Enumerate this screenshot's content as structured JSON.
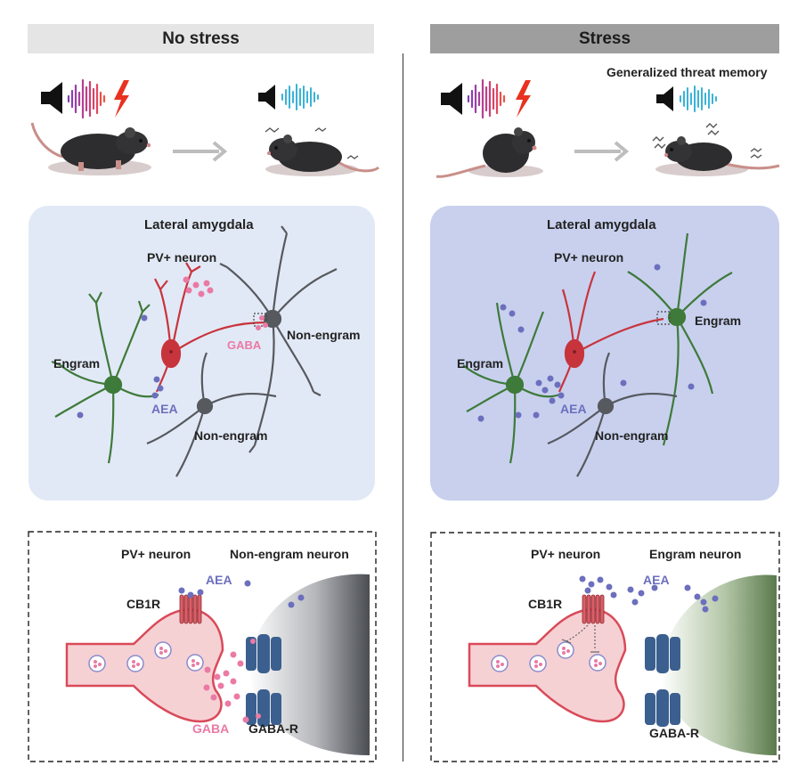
{
  "panels": {
    "left": {
      "title": "No stress"
    },
    "right": {
      "title": "Stress",
      "caption": "Generalized threat memory"
    }
  },
  "amygdala": {
    "left": {
      "region": "Lateral amygdala",
      "pv_neuron": "PV+ neuron",
      "engram": "Engram",
      "non_engram_top": "Non-engram",
      "non_engram_bottom": "Non-engram",
      "gaba": "GABA",
      "aea": "AEA"
    },
    "right": {
      "region": "Lateral amygdala",
      "pv_neuron": "PV+ neuron",
      "engram_left": "Engram",
      "engram_right": "Engram",
      "non_engram": "Non-engram",
      "aea": "AEA"
    }
  },
  "synapse": {
    "left": {
      "pv_neuron": "PV+ neuron",
      "target": "Non-engram neuron",
      "aea": "AEA",
      "cb1r": "CB1R",
      "gaba": "GABA",
      "gaba_r": "GABA-R"
    },
    "right": {
      "pv_neuron": "PV+ neuron",
      "target": "Engram neuron",
      "aea": "AEA",
      "cb1r": "CB1R",
      "gaba_r": "GABA-R"
    }
  },
  "colors": {
    "engram_green": "#3e7a3a",
    "non_engram_gray": "#56595e",
    "pv_red": "#c8343c",
    "aea_purple": "#6c6fbd",
    "gaba_pink": "#ea7aa4",
    "panel_left_bg": "#e2e9f6",
    "panel_right_bg": "#c8d0ee",
    "receptor_blue": "#3b5f8e"
  },
  "icons": [
    "speaker-icon",
    "sound-wave-icon",
    "lightning-bolt-icon",
    "mouse-icon",
    "arrow-right-icon",
    "shake-lines-icon"
  ]
}
